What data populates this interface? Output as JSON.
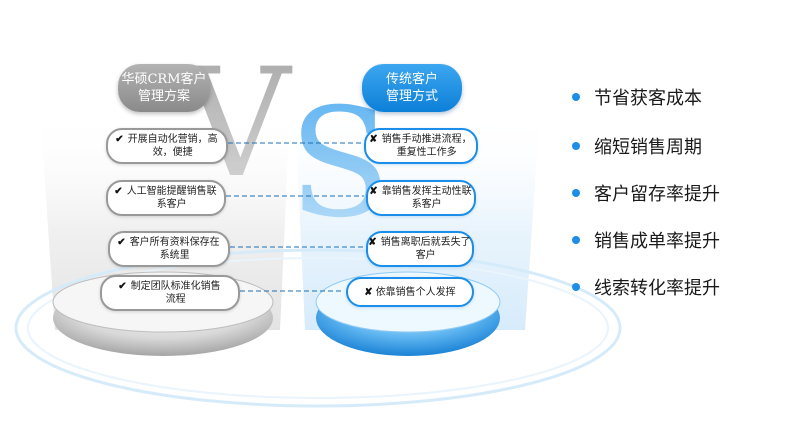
{
  "comparison": {
    "vs_text": "VS",
    "left": {
      "title_line1": "华硕CRM客户",
      "title_line2": "管理方案",
      "mark": "✔",
      "items": [
        "开展自动化营销，高效，便捷",
        "人工智能提醒销售联系客户",
        "客户所有资料保存在系统里",
        "制定团队标准化销售流程"
      ]
    },
    "right": {
      "title_line1": "传统客户",
      "title_line2": "管理方式",
      "mark": "✘",
      "items": [
        "销售手动推进流程，重复性工作多",
        "靠销售发挥主动性联系客户",
        "销售离职后就丢失了客户",
        "依靠销售个人发挥"
      ]
    }
  },
  "benefits": [
    "节省获客成本",
    "缩短销售周期",
    "客户留存率提升",
    "销售成单率提升",
    "线索转化率提升"
  ],
  "colors": {
    "accent_blue": "#1a8ee8",
    "gray": "#999999"
  }
}
